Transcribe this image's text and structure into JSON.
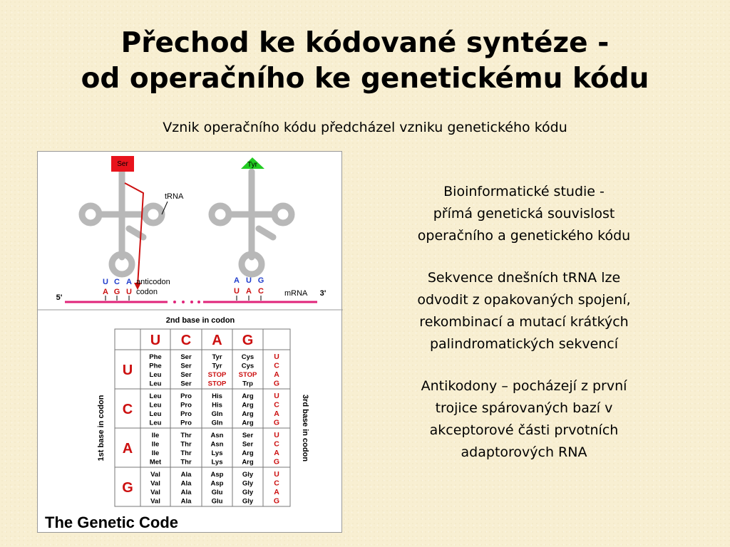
{
  "slide": {
    "title_line1": "Přechod ke kódované syntéze -",
    "title_line2": "od operačního ke genetickému kódu",
    "subtitle": "Vznik operačního kódu předcházel vzniku genetického kódu"
  },
  "bullets": [
    {
      "lines": [
        "Bioinformatické studie -",
        "přímá genetická souvislost",
        "operačního a genetického kódu"
      ]
    },
    {
      "lines": [
        "Sekvence dnešních tRNA lze",
        "odvodit z opakovaných spojení,",
        "rekombinací a mutací krátkých",
        "palindromatických sekvencí"
      ]
    },
    {
      "lines": [
        "Antikodony – pocházejí z první",
        "trojice spárovaných bazí v",
        "akceptorové části prvotních",
        "adaptorových RNA"
      ]
    }
  ],
  "diagram": {
    "ser_label": "Ser",
    "tyr_label": "Tyr",
    "trna_label": "tRNA",
    "anticodon_label": "anticodon",
    "codon_label": "codon",
    "mrna_label": "mRNA",
    "five_prime": "5'",
    "three_prime": "3'",
    "anticodon1": [
      "U",
      "C",
      "A"
    ],
    "codon1": [
      "A",
      "G",
      "U"
    ],
    "anticodon2": [
      "A",
      "U",
      "G"
    ],
    "codon2": [
      "U",
      "A",
      "C"
    ],
    "colors": {
      "ser": "#e8131c",
      "tyr": "#22cc22",
      "blue": "#1f3ccc",
      "red": "#cc1010",
      "mrna": "#e0247a",
      "trna": "#b8b8b8"
    }
  },
  "code_table": {
    "second_base_label": "2nd base in codon",
    "first_base_label": "1st base in codon",
    "third_base_label": "3rd base in codon",
    "header": [
      "U",
      "C",
      "A",
      "G"
    ],
    "row_bases": [
      "U",
      "C",
      "A",
      "G"
    ],
    "third_bases": [
      "U",
      "C",
      "A",
      "G"
    ],
    "cells": [
      [
        [
          "Phe",
          "Phe",
          "Leu",
          "Leu"
        ],
        [
          "Ser",
          "Ser",
          "Ser",
          "Ser"
        ],
        [
          "Tyr",
          "Tyr",
          "STOP",
          "STOP"
        ],
        [
          "Cys",
          "Cys",
          "STOP",
          "Trp"
        ]
      ],
      [
        [
          "Leu",
          "Leu",
          "Leu",
          "Leu"
        ],
        [
          "Pro",
          "Pro",
          "Pro",
          "Pro"
        ],
        [
          "His",
          "His",
          "Gln",
          "Gln"
        ],
        [
          "Arg",
          "Arg",
          "Arg",
          "Arg"
        ]
      ],
      [
        [
          "Ile",
          "Ile",
          "Ile",
          "Met"
        ],
        [
          "Thr",
          "Thr",
          "Thr",
          "Thr"
        ],
        [
          "Asn",
          "Asn",
          "Lys",
          "Lys"
        ],
        [
          "Ser",
          "Ser",
          "Arg",
          "Arg"
        ]
      ],
      [
        [
          "Val",
          "Val",
          "Val",
          "Val"
        ],
        [
          "Ala",
          "Ala",
          "Ala",
          "Ala"
        ],
        [
          "Asp",
          "Asp",
          "Glu",
          "Glu"
        ],
        [
          "Gly",
          "Gly",
          "Gly",
          "Gly"
        ]
      ]
    ],
    "caption": "The Genetic Code"
  }
}
